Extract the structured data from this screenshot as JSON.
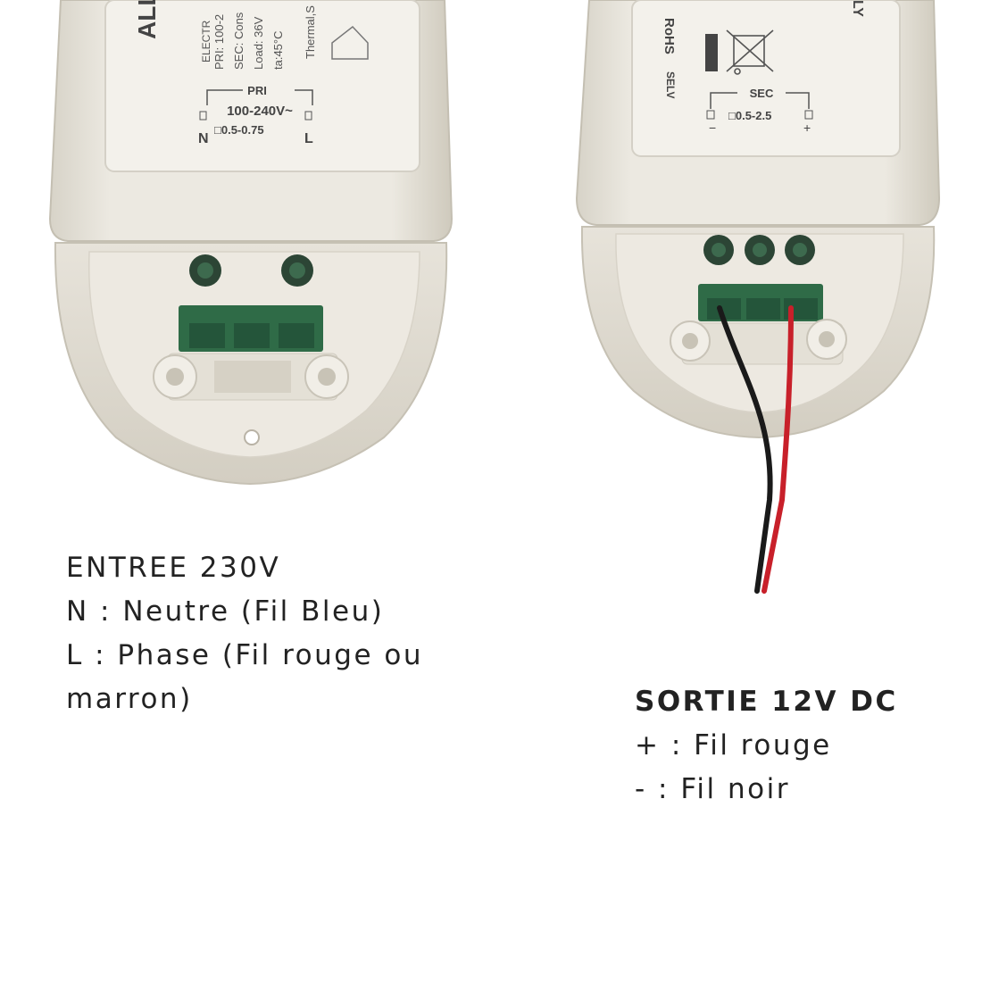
{
  "input_unit": {
    "brand_text": "ALL",
    "brand_subtext": "ELECTR",
    "spec_lines": [
      "PRI: 100-2",
      "SEC: Cons",
      "Load: 36V",
      "ta:45°C",
      "Thermal,S"
    ],
    "terminal_box_title": "PRI",
    "voltage": "100-240V~",
    "wire_gauge": "□0.5-0.75",
    "left_terminal": "N",
    "right_terminal": "L"
  },
  "output_unit": {
    "rohs": "RoHS",
    "selv": "SELV",
    "label_fragment": "LY",
    "terminal_box_title": "SEC",
    "wire_gauge": "□0.5-2.5",
    "minus": "−",
    "plus": "+"
  },
  "input_caption": {
    "title": "ENTREE 230V",
    "line1": "N : Neutre (Fil Bleu)",
    "line2": "L : Phase (Fil rouge ou",
    "line3": "marron)"
  },
  "output_caption": {
    "title": "SORTIE 12V DC",
    "line1": "+ : Fil rouge",
    "line2": "- : Fil noir"
  },
  "colors": {
    "housing": "#e9e6dd",
    "housing_shadow": "#c9c4b8",
    "label": "#f2f0ea",
    "terminal_block": "#2f6b47",
    "wire_red": "#c8202a",
    "wire_black": "#1a1a1a",
    "text": "#222222"
  }
}
